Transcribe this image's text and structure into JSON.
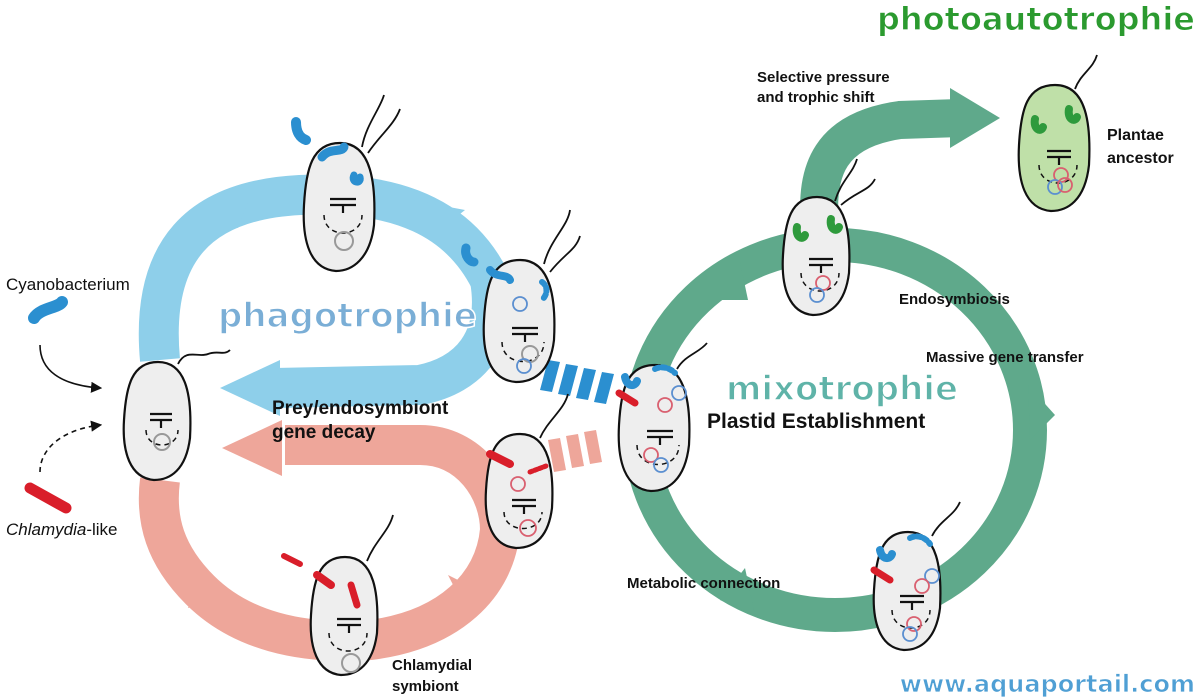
{
  "titles": {
    "photoautotrophie": "photoautotrophie",
    "phagotrophie": "phagotrophie",
    "mixotrophie": "mixotrophie"
  },
  "labels": {
    "cyanobacterium": "Cyanobacterium",
    "chlamydia_italic": "Chlamydia",
    "chlamydia_suffix": "-like",
    "prey_line1": "Prey/endosymbiont",
    "prey_line2": "gene decay",
    "selective_line1": "Selective pressure",
    "selective_line2": "and trophic shift",
    "plantae_line1": "Plantae",
    "plantae_line2": "ancestor",
    "endosymbiosis": "Endosymbiosis",
    "massive_gene_transfer": "Massive gene transfer",
    "plastid_establishment": "Plastid Establishment",
    "metabolic_connection": "Metabolic connection",
    "chlamydial_line1": "Chlamydial",
    "chlamydial_line2": "symbiont"
  },
  "watermark": "www.aquaportail.com",
  "colors": {
    "blue_arrow": "#8ecfea",
    "red_arrow": "#eea69a",
    "green_arrow": "#5fa98b",
    "cyano": "#2b8fd0",
    "chlamydia": "#d91e2a",
    "plastid_green": "#2e9a3c",
    "plantae_fill": "#bfe0a8",
    "cell_fill": "#eeeeee",
    "title_green": "#2b9a2f",
    "title_blue": "#7aaed6",
    "title_teal": "#5fb3a8",
    "watermark": "#4f9fd4"
  }
}
